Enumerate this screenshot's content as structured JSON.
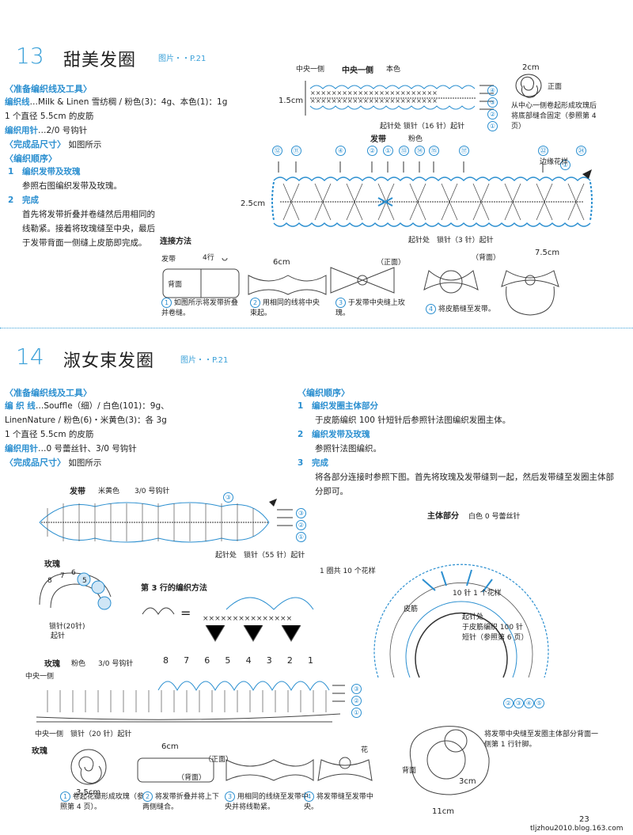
{
  "s13": {
    "number": "13",
    "title": "甜美发圈",
    "ref": "图片・・P.21",
    "prep_heading": "〈准备编织线及工具〉",
    "yarn_label": "编织线",
    "yarn_text": "…Milk & Linen 雪纺稠 / 粉色(3)：4g、本色(1)：1g",
    "ring_text": "1 个直径 5.5cm 的皮筋",
    "hook_label": "编织用针",
    "hook_text": "…2/0 号钩针",
    "size_heading": "〈完成品尺寸〉",
    "size_text": "如图所示",
    "order_heading": "〈编织顺序〉",
    "steps": [
      {
        "n": "1",
        "title": "编织发带及玫瑰",
        "text": "参照右图编织发带及玫瑰。"
      },
      {
        "n": "2",
        "title": "完成",
        "text": "首先将发带折叠并卷缝然后用相同的线勒紧。接着将玫瑰缝至中央，最后于发带背面一侧缝上皮筋即完成。"
      }
    ],
    "center_side": "中央一侧",
    "center_label": "中央一侧",
    "color_natural": "本色",
    "dim_15": "1.5cm",
    "start_16": "起针处 锁针（16 针）起针",
    "dim_2cm": "2cm",
    "front": "正面",
    "rose_note": "从中心一侧卷起形成玫瑰后将底部缝合固定（参照第 4 页）",
    "band_label": "发带",
    "color_pink": "粉色",
    "edge_note": "边缘花样",
    "dim_25": "2.5cm",
    "start_3": "起针处　锁针（3 针）起针",
    "connect_heading": "连接方法",
    "band_word": "发带",
    "rows4": "4行",
    "back": "背面",
    "dim_6cm": "6cm",
    "front_p": "（正面）",
    "back_p": "（背面）",
    "dim_75": "7.5cm",
    "cap1": "如图所示将发带折叠并卷缝。",
    "cap2": "用相同的线将中央束起。",
    "cap3": "于发带中央缝上玫瑰。",
    "cap4": "将皮筋缝至发带。",
    "circ_top": [
      "④",
      "③",
      "②",
      "①"
    ],
    "circ_band": [
      "⑫",
      "⑪",
      "④",
      "②",
      "①",
      "⑬",
      "⑭",
      "⑮",
      "⑰",
      "㉒",
      "㉔",
      "①"
    ]
  },
  "s14": {
    "number": "14",
    "title": "淑女束发圈",
    "ref": "图片・・P.21",
    "prep_heading": "〈准备编织线及工具〉",
    "yarn_label": "编 织 线",
    "yarn_text": "…Souffle（细）/ 白色(101)：9g、",
    "yarn_text2": "LinenNature / 粉色(6)・米黄色(3)：各 3g",
    "ring_text": "1 个直径 5.5cm 的皮筋",
    "hook_label": "编织用针",
    "hook_text": "…0 号蕾丝针、3/0 号钩针",
    "size_heading": "〈完成品尺寸〉",
    "size_text": "如图所示",
    "order_heading": "〈编织顺序〉",
    "steps": [
      {
        "n": "1",
        "title": "编织发圈主体部分",
        "text": "于皮筋编织 100 针短针后参照针法图编织发圈主体。"
      },
      {
        "n": "2",
        "title": "编织发带及玫瑰",
        "text": "参照针法图编织。"
      },
      {
        "n": "3",
        "title": "完成",
        "text": "将各部分连接时参照下图。首先将玫瑰及发带缝到一起，然后发带缝至发圈主体部分即可。"
      }
    ],
    "band_label": "发带",
    "band_color": "米黄色",
    "band_hook": "3/0 号钩针",
    "band_start": "起针处　锁针（55 针）起针",
    "rose_label": "玫瑰",
    "rose_nums": [
      "8",
      "7",
      "6",
      "5",
      "4",
      "3",
      "2",
      "1"
    ],
    "row3_title": "第 3 行的编织方法",
    "ch20": "锁针(20针)",
    "qizhen": "起针",
    "main_label": "主体部分",
    "main_color": "白色 0 号蕾丝针",
    "flowers10": "1 圈共 10 个花样",
    "stitch10": "10 针 1 个花样",
    "elastic": "皮筋",
    "main_start": "起针处\n于皮筋编织 100 针\n短针（参照第 6 页）",
    "rose_row_label": "玫瑰",
    "rose_row_color": "粉色",
    "rose_row_hook": "3/0 号钩针",
    "center_side": "中央一侧",
    "rose_row_start": "中央一侧　锁针（20 针）起针",
    "rose_bottom": "玫瑰",
    "dim_35": "3.5cm",
    "dim_6cm": "6cm",
    "front_p": "（正面）",
    "back_p": "（背面）",
    "flower": "花",
    "back": "背面",
    "dim_3cm": "3cm",
    "dim_11cm": "11cm",
    "cap1": "卷起花瓣形成玫瑰（参照第 4 页）。",
    "cap2": "将发带折叠并将上下两侧缝合。",
    "cap3": "用相同的线绕至发带中央并将线勒紧。",
    "cap4": "将发带缝至发带中央。",
    "cap5": "将发带中央缝至发圈主体部分背面一侧第 1 行针脚。",
    "circ_row": [
      "②",
      "③",
      "④",
      "⑤"
    ]
  },
  "footer": {
    "page": "23",
    "site": "tljzhou2010.blog.163.com"
  }
}
